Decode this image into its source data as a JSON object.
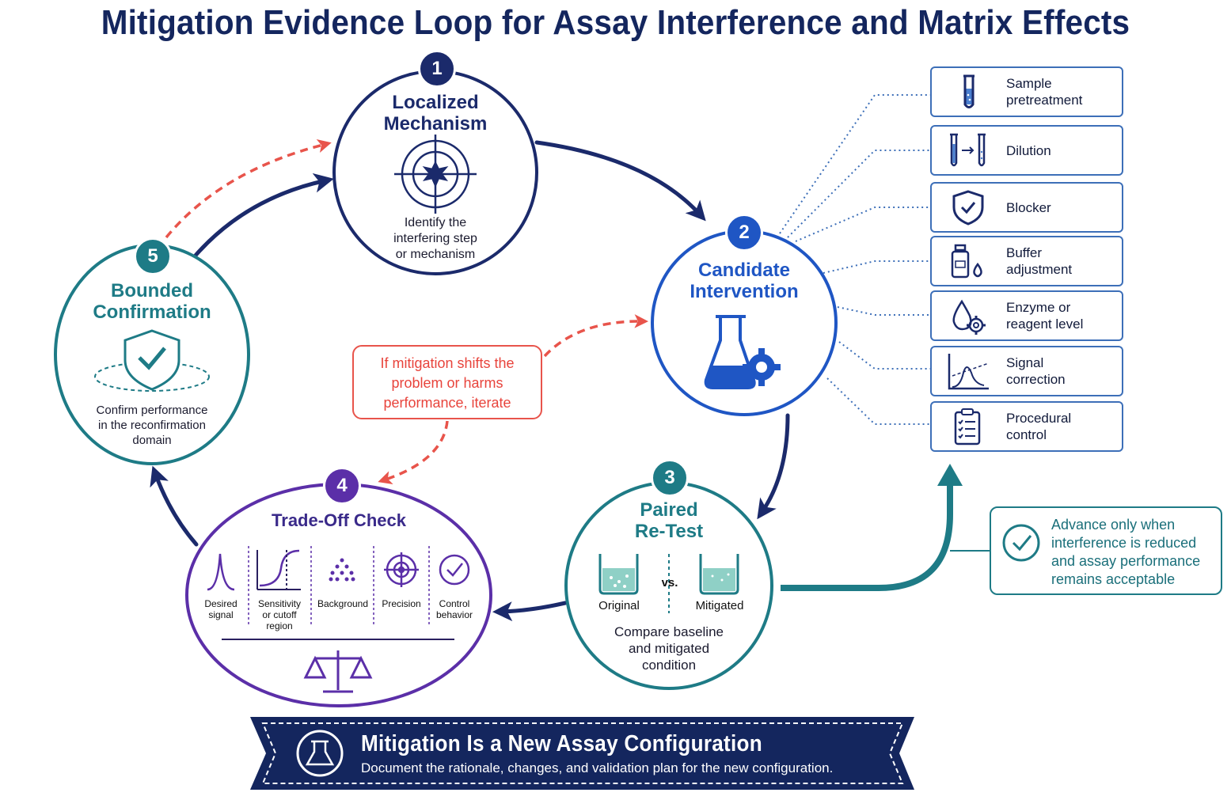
{
  "title": "Mitigation Evidence Loop for Assay Interference and Matrix Effects",
  "colors": {
    "navy": "#1b2a6b",
    "blue": "#1f56c4",
    "teal": "#1e7b86",
    "purple": "#5b2fa8",
    "red": "#e8544b"
  },
  "steps": [
    {
      "number": "1",
      "title_lines": [
        "Localized",
        "Mechanism"
      ],
      "desc_lines": [
        "Identify the",
        "interfering step",
        "or mechanism"
      ],
      "icon": "target-icon"
    },
    {
      "number": "2",
      "title_lines": [
        "Candidate",
        "Intervention"
      ],
      "icon": "flask-gear-icon"
    },
    {
      "number": "3",
      "title_lines": [
        "Paired",
        "Re-Test"
      ],
      "original": "Original",
      "vs": "vs.",
      "mitigated": "Mitigated",
      "desc_lines": [
        "Compare baseline",
        "and mitigated",
        "condition"
      ]
    },
    {
      "number": "4",
      "title": "Trade-Off Check",
      "checks": [
        {
          "lines": [
            "Desired",
            "signal"
          ],
          "icon": "peak-icon"
        },
        {
          "lines": [
            "Sensitivity",
            "or cutoff",
            "region"
          ],
          "icon": "sigmoid-icon"
        },
        {
          "lines": [
            "Background"
          ],
          "icon": "dots-icon"
        },
        {
          "lines": [
            "Precision"
          ],
          "icon": "crosshair-icon"
        },
        {
          "lines": [
            "Control",
            "behavior"
          ],
          "icon": "check-circle-icon"
        }
      ],
      "icon": "scale-icon"
    },
    {
      "number": "5",
      "title_lines": [
        "Bounded",
        "Confirmation"
      ],
      "desc_lines": [
        "Confirm performance",
        "in the reconfirmation",
        "domain"
      ],
      "icon": "shield-check-icon"
    }
  ],
  "interventions": [
    {
      "lines": [
        "Sample",
        "pretreatment"
      ],
      "icon": "test-tube-icon"
    },
    {
      "lines": [
        "Dilution"
      ],
      "icon": "dilution-icon"
    },
    {
      "lines": [
        "Blocker"
      ],
      "icon": "shield-icon"
    },
    {
      "lines": [
        "Buffer",
        "adjustment"
      ],
      "icon": "bottle-drop-icon"
    },
    {
      "lines": [
        "Enzyme or",
        "reagent level"
      ],
      "icon": "drop-gear-icon"
    },
    {
      "lines": [
        "Signal",
        "correction"
      ],
      "icon": "curve-icon"
    },
    {
      "lines": [
        "Procedural",
        "control"
      ],
      "icon": "clipboard-icon"
    }
  ],
  "iterate_note": [
    "If mitigation shifts the",
    "problem or harms",
    "performance, iterate"
  ],
  "advance_note": [
    "Advance only when",
    "interference is reduced",
    "and assay performance",
    "remains acceptable"
  ],
  "banner": {
    "title": "Mitigation Is a New Assay Configuration",
    "subtitle": "Document the rationale, changes, and validation plan for the new configuration."
  }
}
